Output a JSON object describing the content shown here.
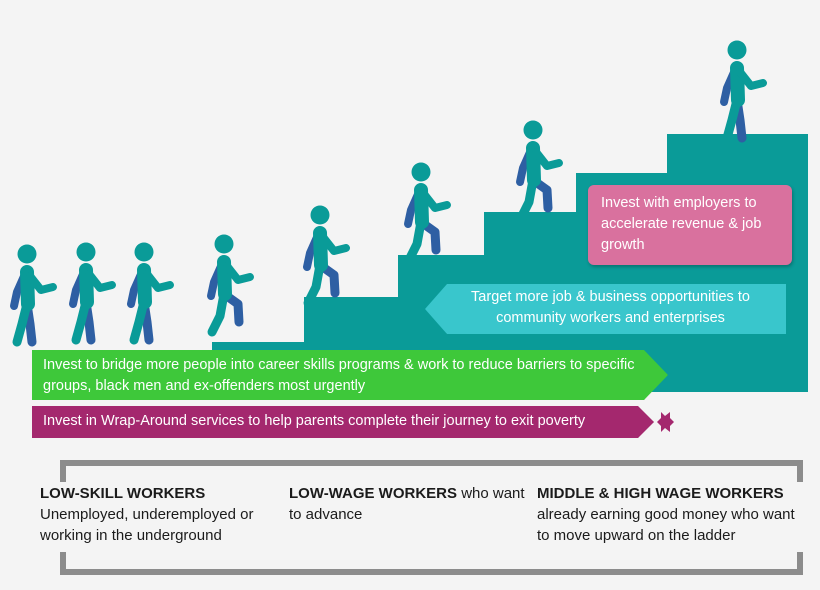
{
  "banners": {
    "employers": "Invest with employers to accelerate revenue & job growth",
    "target": "Target more job & business opportunities to community workers and enterprises",
    "bridge": "Invest to bridge more people into career skills programs & work to reduce barriers to specific groups, black men and ex-offenders most urgently",
    "wrap_around": "Invest in Wrap-Around services to help parents complete their journey to exit poverty"
  },
  "categories": {
    "low_skill": {
      "title": "LOW-SKILL WORKERS",
      "desc": "Unemployed, underemployed or working in the underground"
    },
    "low_wage": {
      "title": "LOW-WAGE WORKERS",
      "desc": " who want to advance"
    },
    "middle_high": {
      "title": "MIDDLE & HIGH WAGE WORKERS",
      "desc": "already earning good money who want to move upward on the ladder"
    }
  },
  "colors": {
    "stairs": "#0a9b98",
    "figure_body": "#0a9b98",
    "figure_back": "#2e5fa3",
    "employers": "#d9719e",
    "target": "#39c6cc",
    "bridge": "#3ec83a",
    "wrap_around": "#a4286e",
    "bracket": "#8c8c8c",
    "star": "#a4286e"
  },
  "icons": [
    "person-walking-icon",
    "person-climbing-icon",
    "star-icon"
  ]
}
